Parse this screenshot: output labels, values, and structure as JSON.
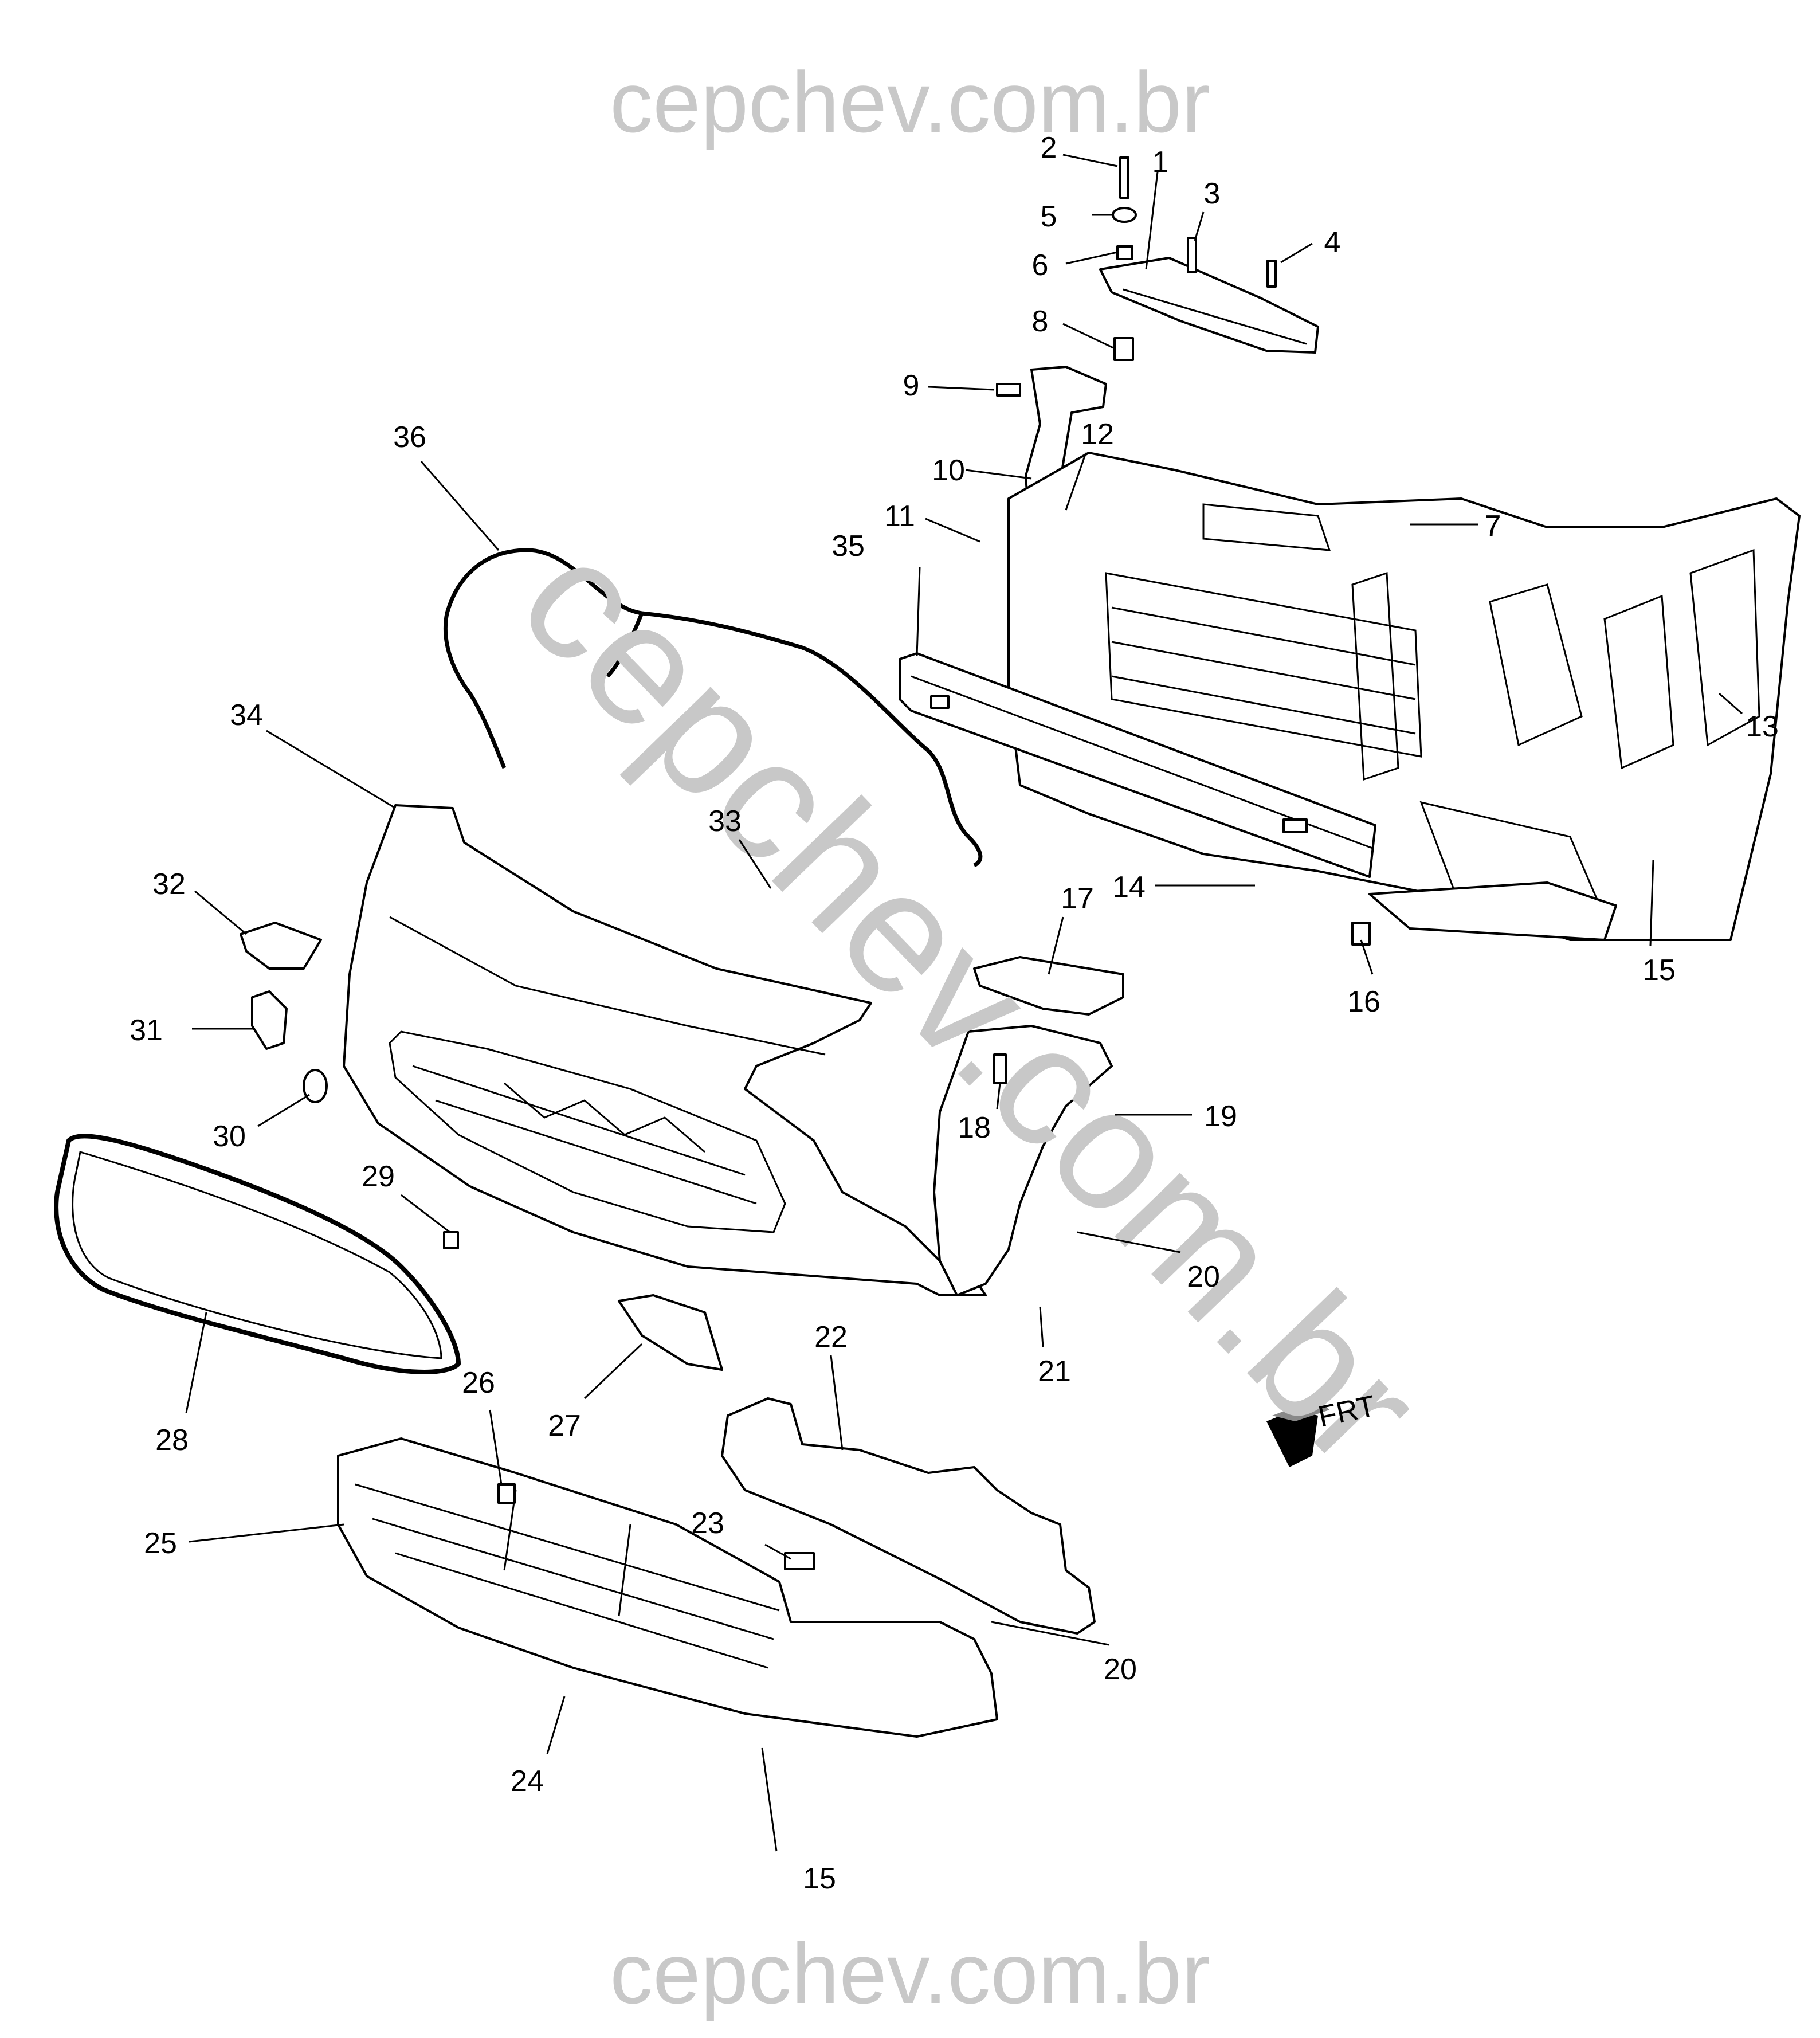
{
  "watermark": {
    "top": "cepchev.com.br",
    "diagonal": "cepchev.com.br",
    "bottom": "cepchev.com.br",
    "color": "#c8c8c8"
  },
  "direction_label": "FRT",
  "callouts": [
    "1",
    "2",
    "3",
    "4",
    "5",
    "6",
    "7",
    "8",
    "9",
    "10",
    "11",
    "12",
    "13",
    "14",
    "15",
    "15",
    "16",
    "17",
    "18",
    "19",
    "20",
    "20",
    "21",
    "22",
    "23",
    "24",
    "25",
    "26",
    "27",
    "28",
    "29",
    "30",
    "31",
    "32",
    "33",
    "34",
    "35",
    "36"
  ]
}
